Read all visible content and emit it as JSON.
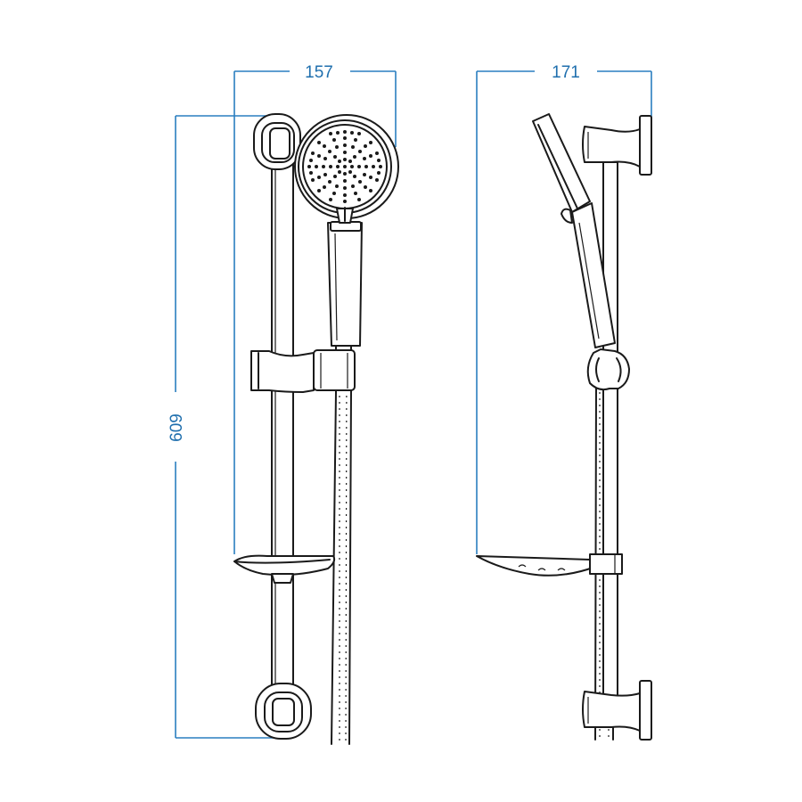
{
  "dimensions": {
    "front_width": "157",
    "front_height": "609",
    "side_depth": "171"
  },
  "colors": {
    "dimension_line": "#2a7fc0",
    "drawing_line": "#1a1a1a",
    "background": "#ffffff"
  }
}
